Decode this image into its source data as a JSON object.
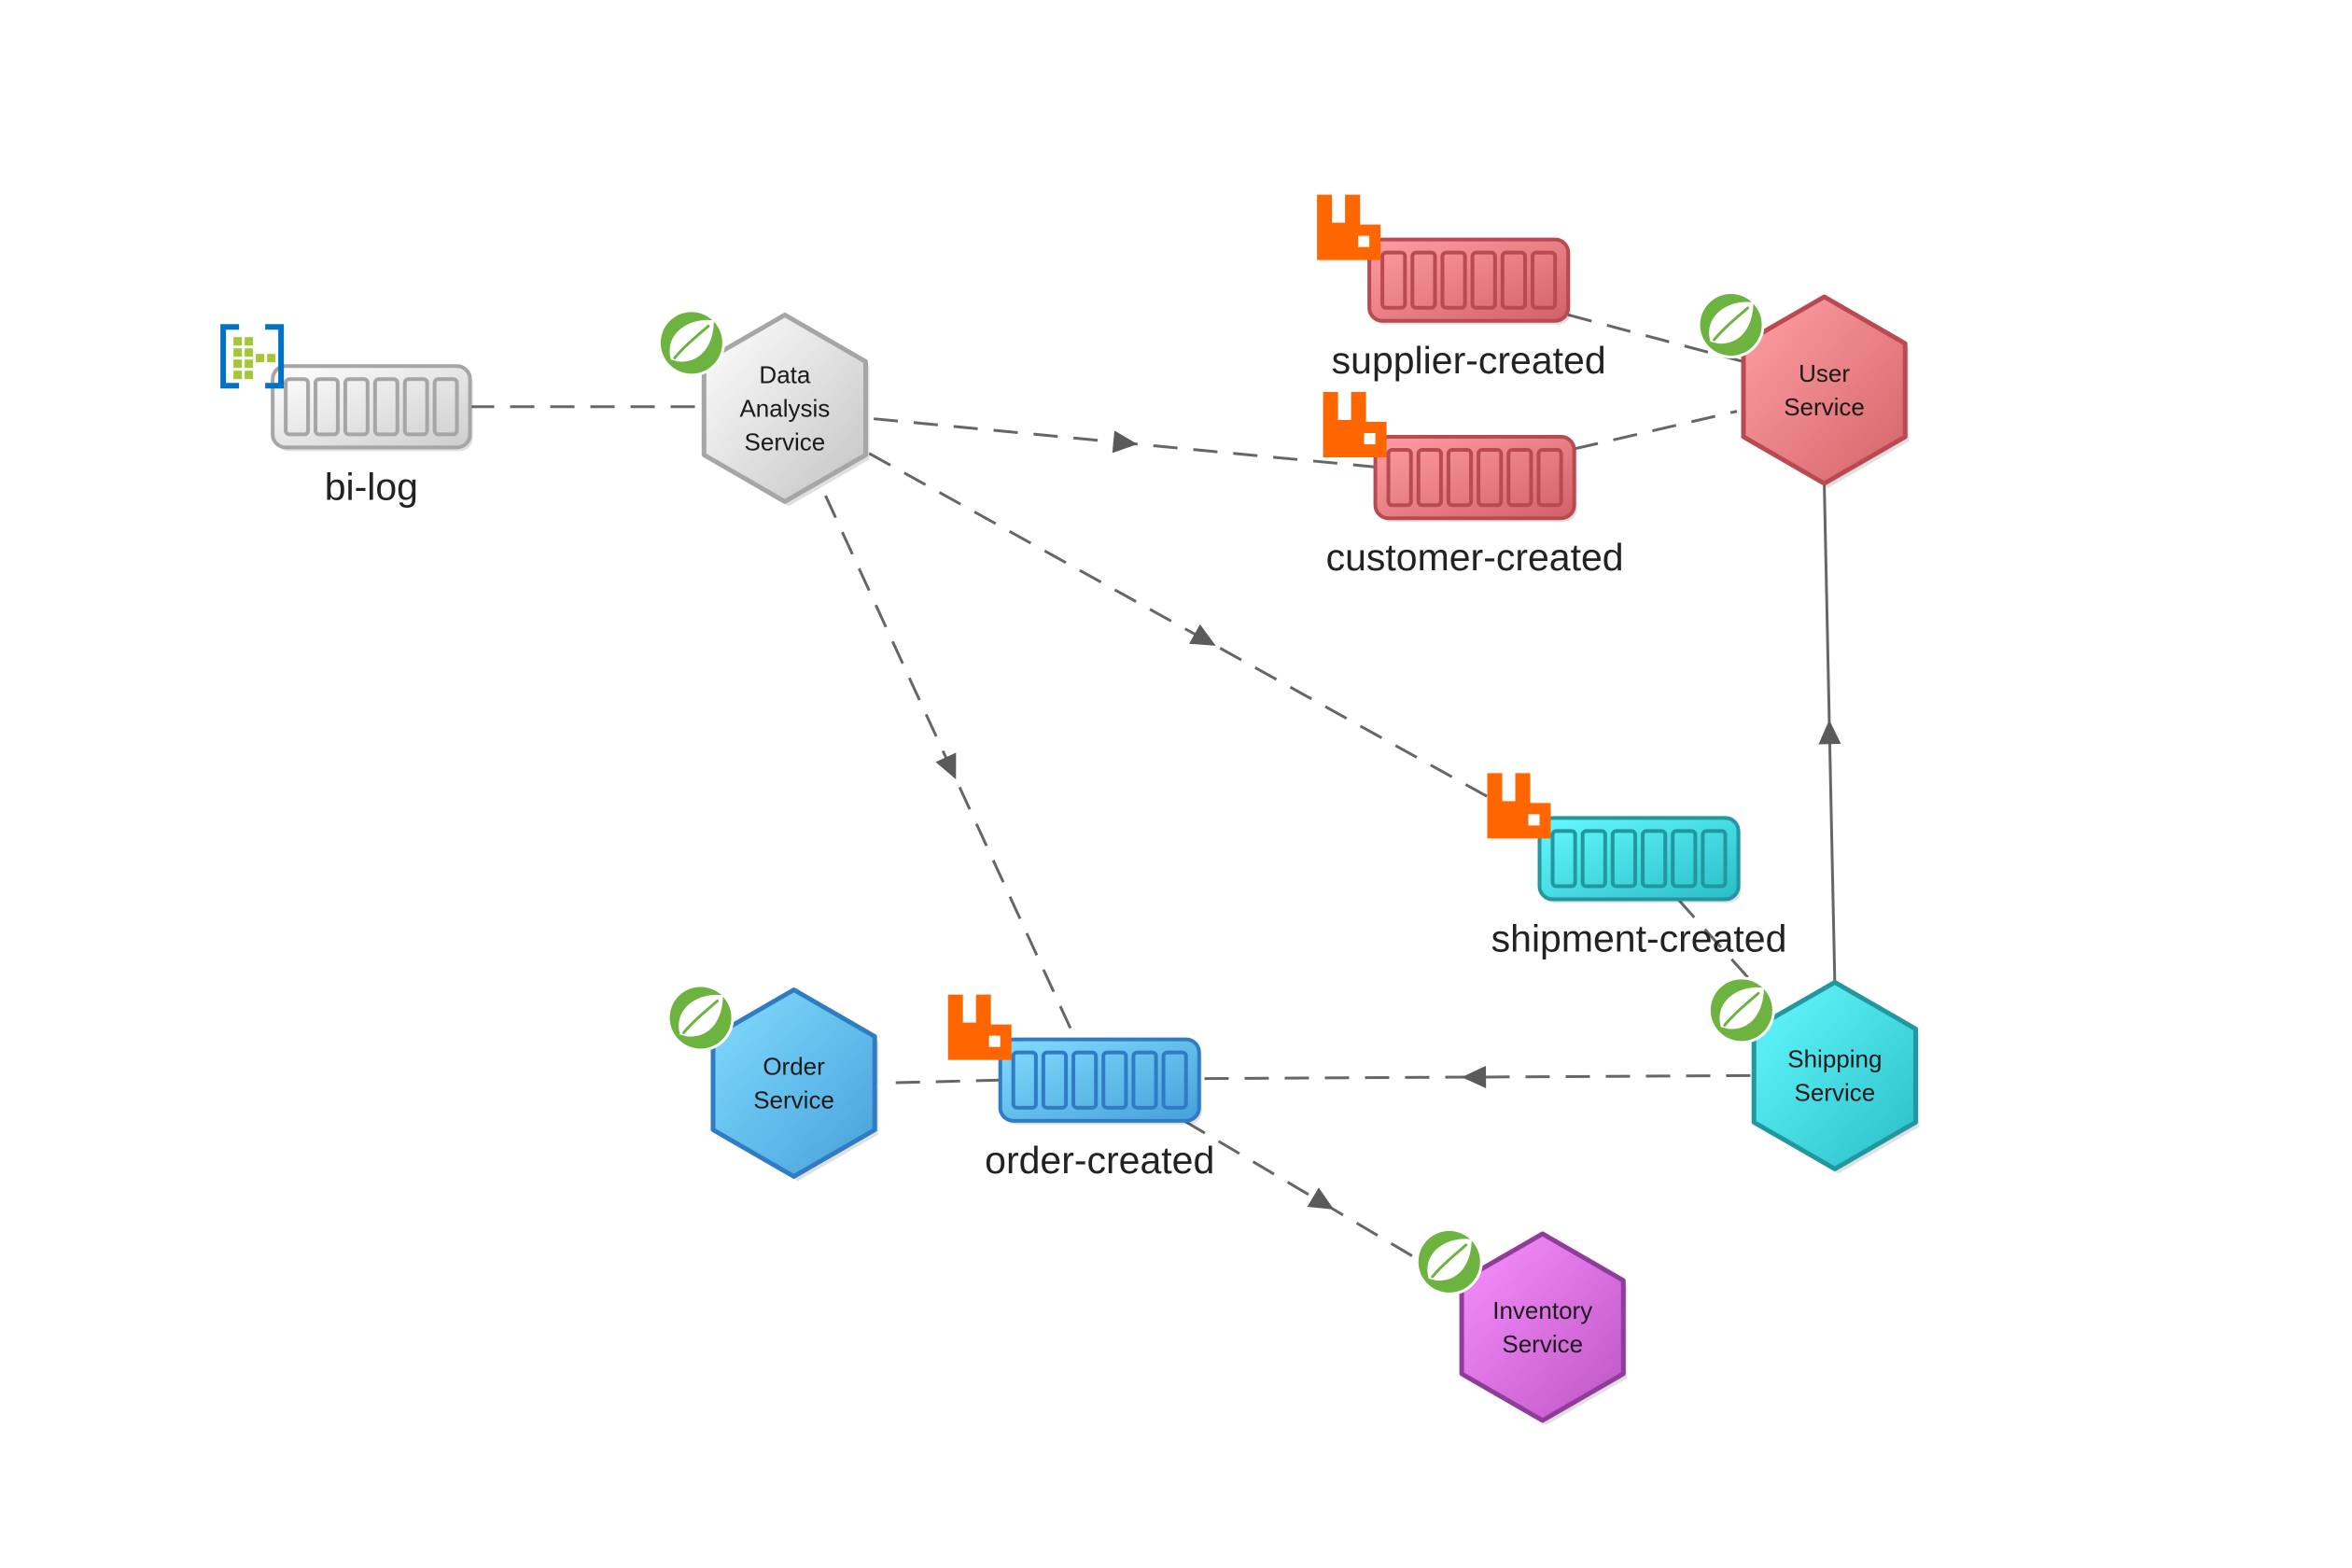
{
  "services": [
    {
      "id": "data-analysis",
      "lines": [
        "Data",
        "Analysis",
        "Service"
      ],
      "color": "#d9d9d9",
      "stroke": "#a6a6a6"
    },
    {
      "id": "user",
      "lines": [
        "User",
        "Service"
      ],
      "color": "#ea7a7f",
      "stroke": "#b94a52"
    },
    {
      "id": "shipping",
      "lines": [
        "Shipping",
        "Service"
      ],
      "color": "#3fd3dc",
      "stroke": "#23979f"
    },
    {
      "id": "order",
      "lines": [
        "Order",
        "Service"
      ],
      "color": "#5cb6f0",
      "stroke": "#2f7cc2"
    },
    {
      "id": "inventory",
      "lines": [
        "Inventory",
        "Service"
      ],
      "color": "#d36ad9",
      "stroke": "#8f3d98"
    }
  ],
  "queues": [
    {
      "id": "bi-log",
      "label": "bi-log",
      "color": "#e3e3e3",
      "stroke": "#a6a6a6",
      "badge": "azure-event-hub-icon"
    },
    {
      "id": "supplier-created",
      "label": "supplier-created",
      "color": "#e8777e",
      "stroke": "#b94a52",
      "badge": "rabbitmq-icon"
    },
    {
      "id": "customer-created",
      "label": "customer-created",
      "color": "#e8777e",
      "stroke": "#b94a52",
      "badge": "rabbitmq-icon"
    },
    {
      "id": "shipment-created",
      "label": "shipment-created",
      "color": "#3fd3dc",
      "stroke": "#23979f",
      "badge": "rabbitmq-icon"
    },
    {
      "id": "order-created",
      "label": "order-created",
      "color": "#5cb6f0",
      "stroke": "#2f7cc2",
      "badge": "rabbitmq-icon"
    }
  ],
  "connections": [
    {
      "id": "bi-log-to-data-analysis",
      "style": "dashed",
      "arrow": false
    },
    {
      "id": "data-analysis-to-customer-created",
      "style": "dashed",
      "arrow": true
    },
    {
      "id": "data-analysis-to-shipment-created",
      "style": "dashed",
      "arrow": true
    },
    {
      "id": "data-analysis-to-order-created",
      "style": "dashed",
      "arrow": true
    },
    {
      "id": "supplier-created-to-user",
      "style": "dashed",
      "arrow": false
    },
    {
      "id": "customer-created-to-user",
      "style": "dashed",
      "arrow": false
    },
    {
      "id": "shipping-to-user",
      "style": "solid",
      "arrow": true
    },
    {
      "id": "shipment-created-to-shipping",
      "style": "dashed",
      "arrow": false
    },
    {
      "id": "shipping-to-order-created",
      "style": "dashed",
      "arrow": true
    },
    {
      "id": "order-created-to-order",
      "style": "dashed",
      "arrow": false
    },
    {
      "id": "order-created-to-inventory",
      "style": "dashed",
      "arrow": true
    }
  ],
  "badges": {
    "service": "spring-leaf-icon",
    "spring_color": "#6db33f",
    "rabbit_color": "#ff6600",
    "azure_blue": "#0072c6",
    "azure_green": "#a4c639"
  }
}
